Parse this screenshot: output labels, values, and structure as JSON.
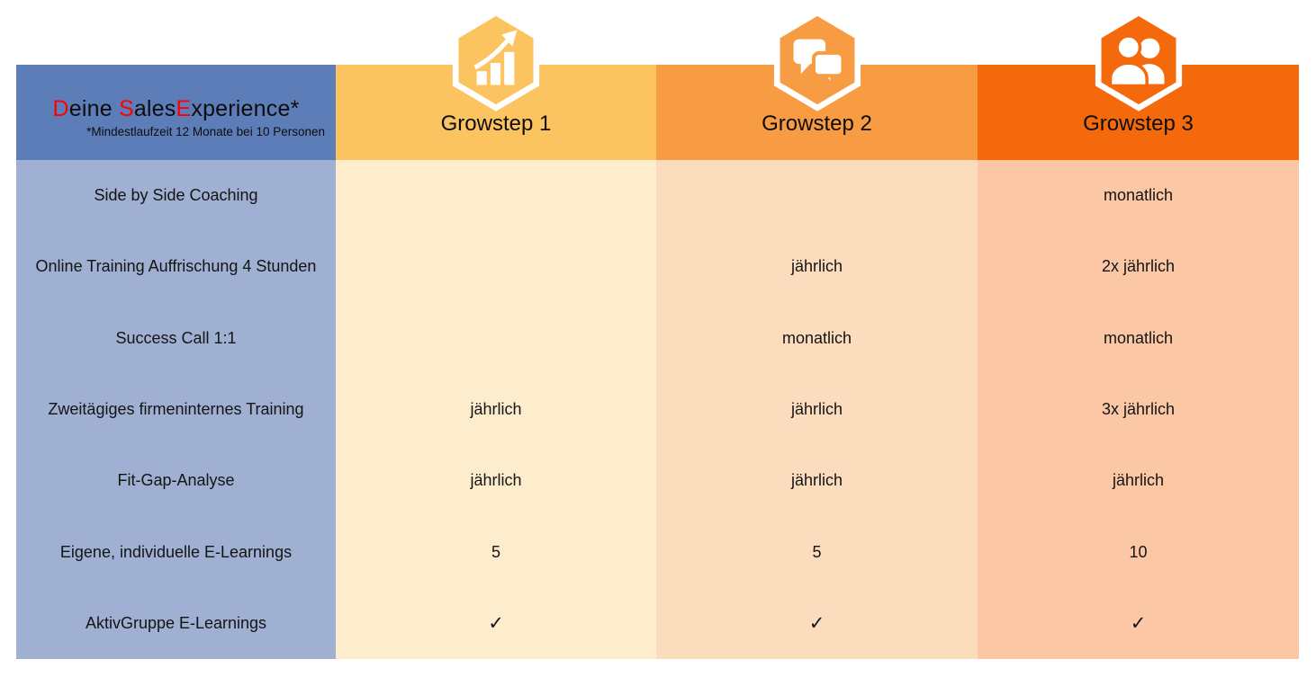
{
  "table": {
    "left_column": {
      "header_color": "#5C7DB8",
      "body_color": "#9FB0D2",
      "title_red_color": "#FF0000",
      "title_segments": {
        "t1": "D",
        "t2": "eine ",
        "t3": "S",
        "t4": "ales",
        "t5": "E",
        "t6": "xperience*"
      },
      "title_full": "Deine SalesExperience*",
      "subtitle": "*Mindestlaufzeit 12 Monate bei 10 Personen"
    },
    "columns": [
      {
        "label": "Growstep 1",
        "icon": "growth-chart-icon",
        "header_color": "#FCC460",
        "body_color": "#FDEDCD"
      },
      {
        "label": "Growstep 2",
        "icon": "speech-bubbles-icon",
        "header_color": "#F89C43",
        "body_color": "#FBDDBE"
      },
      {
        "label": "Growstep 3",
        "icon": "people-icon",
        "header_color": "#F5690D",
        "body_color": "#FBC7A4"
      }
    ],
    "rows": [
      {
        "label": "Side by Side Coaching",
        "values": [
          "",
          "",
          "monatlich"
        ]
      },
      {
        "label": "Online Training Auffrischung 4 Stunden",
        "values": [
          "",
          "jährlich",
          "2x jährlich"
        ]
      },
      {
        "label": "Success Call 1:1",
        "values": [
          "",
          "monatlich",
          "monatlich"
        ]
      },
      {
        "label": "Zweitägiges firmeninternes Training",
        "values": [
          "jährlich",
          "jährlich",
          "3x jährlich"
        ]
      },
      {
        "label": "Fit-Gap-Analyse",
        "values": [
          "jährlich",
          "jährlich",
          "jährlich"
        ]
      },
      {
        "label": "Eigene, individuelle E-Learnings",
        "values": [
          "5",
          "5",
          "10"
        ]
      },
      {
        "label": "AktivGruppe E-Learnings",
        "values": [
          "✓",
          "✓",
          "✓"
        ]
      }
    ]
  },
  "chart_data": {
    "type": "table",
    "title": "Deine SalesExperience*",
    "footnote": "*Mindestlaufzeit 12 Monate bei 10 Personen",
    "columns": [
      "Deine SalesExperience*",
      "Growstep 1",
      "Growstep 2",
      "Growstep 3"
    ],
    "rows": [
      [
        "Side by Side Coaching",
        "",
        "",
        "monatlich"
      ],
      [
        "Online Training Auffrischung 4 Stunden",
        "",
        "jährlich",
        "2x jährlich"
      ],
      [
        "Success Call 1:1",
        "",
        "monatlich",
        "monatlich"
      ],
      [
        "Zweitägiges firmeninternes Training",
        "jährlich",
        "jährlich",
        "3x jährlich"
      ],
      [
        "Fit-Gap-Analyse",
        "jährlich",
        "jährlich",
        "jährlich"
      ],
      [
        "Eigene, individuelle E-Learnings",
        "5",
        "5",
        "10"
      ],
      [
        "AktivGruppe E-Learnings",
        "✓",
        "✓",
        "✓"
      ]
    ],
    "layout": {
      "header_icons": [
        "growth-chart",
        "speech-bubbles",
        "people"
      ],
      "grid": "off"
    }
  }
}
